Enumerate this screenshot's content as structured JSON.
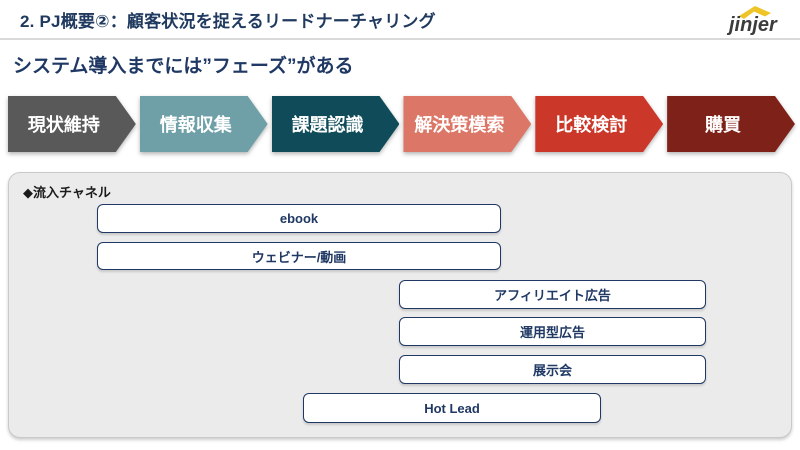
{
  "header": {
    "title": "2. PJ概要②：顧客状況を捉えるリードナーチャリング",
    "logo_text": "jinjer"
  },
  "subtitle": "システム導入までには”フェーズ”がある",
  "phases": [
    {
      "label": "現状維持",
      "color": "#595959"
    },
    {
      "label": "情報収集",
      "color": "#6FA0A8"
    },
    {
      "label": "課題認識",
      "color": "#0F4B58"
    },
    {
      "label": "解決策模索",
      "color": "#DC7666"
    },
    {
      "label": "比較検討",
      "color": "#CB382A"
    },
    {
      "label": "購買",
      "color": "#7E2119"
    }
  ],
  "panel": {
    "label": "◆流入チャネル",
    "channels": [
      {
        "label": "ebook"
      },
      {
        "label": "ウェビナー/動画"
      },
      {
        "label": "アフィリエイト広告"
      },
      {
        "label": "運用型広告"
      },
      {
        "label": "展示会"
      },
      {
        "label": "Hot Lead"
      }
    ]
  },
  "colors": {
    "title_text": "#203A5F",
    "subtitle_text": "#1F3864",
    "header_divider": "#D9D9D9",
    "panel_background": "#EBEBEB",
    "panel_border": "#C9C9C9",
    "channel_border": "#1F3864",
    "channel_text": "#1F3864",
    "logo_text": "#3C3C3C",
    "logo_roof": "#EFC426"
  }
}
